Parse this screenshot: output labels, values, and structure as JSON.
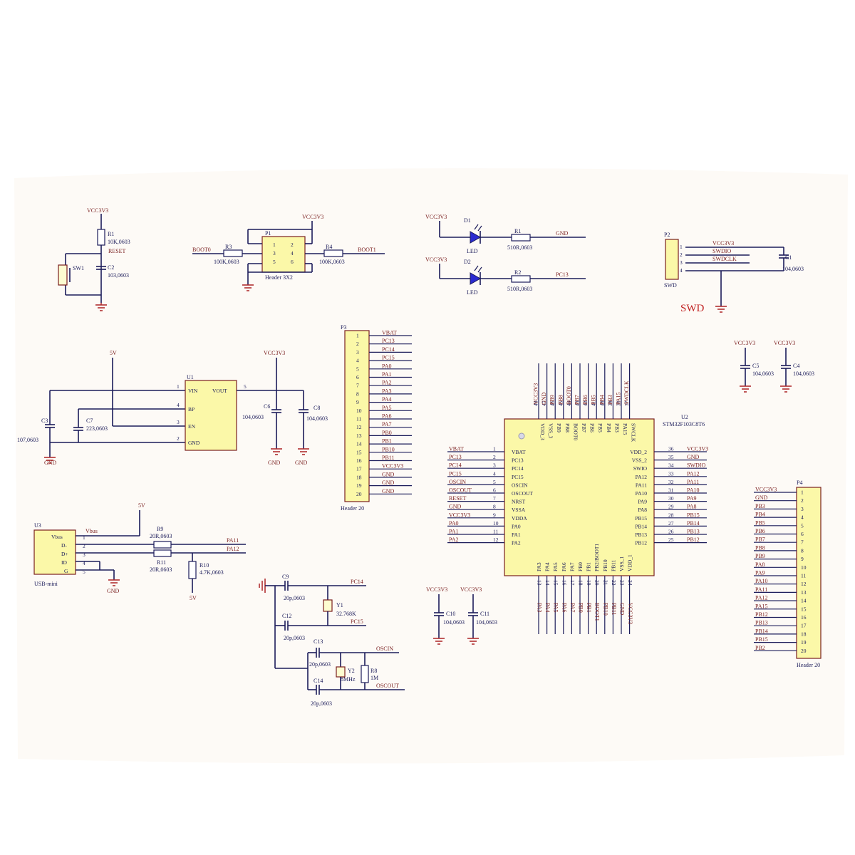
{
  "reset": {
    "power": "VCC3V3",
    "r_ref": "R1",
    "r_val": "10K,0603",
    "net": "RESET",
    "sw_ref": "SW1",
    "c_ref": "C2",
    "c_val": "103,0603"
  },
  "boot": {
    "conn_ref": "P1",
    "conn_name": "Header 3X2",
    "power": "VCC3V3",
    "left_net": "BOOT0",
    "right_net": "BOOT1",
    "r3_ref": "R3",
    "r3_val": "100K,0603",
    "r4_ref": "R4",
    "r4_val": "100K,0603",
    "pins": [
      "1",
      "3",
      "5",
      "2",
      "4",
      "6"
    ]
  },
  "leds": {
    "power1": "VCC3V3",
    "power2": "VCC3V3",
    "d1_ref": "D1",
    "d2_ref": "D2",
    "type1": "LED",
    "type2": "LED",
    "r1_ref": "R1",
    "r1_val": "510R,0603",
    "r2_ref": "R2",
    "r2_val": "510R,0603",
    "net1": "GND",
    "net2": "PC13"
  },
  "swd": {
    "ref": "P2",
    "nets": [
      "VCC3V3",
      "SWDIO",
      "SWDCLK",
      ""
    ],
    "pins": [
      "1",
      "2",
      "3",
      "4"
    ],
    "name": "SWD",
    "title": "SWD",
    "c_ref": "C1",
    "c_val": "104,0603"
  },
  "regulator": {
    "in_label": "5V",
    "out_label": "VCC3V3",
    "ref": "U1",
    "pins": [
      "VIN",
      "BP",
      "EN",
      "GND",
      "VOUT"
    ],
    "pin_nums": [
      "1",
      "4",
      "3",
      "2",
      "5"
    ],
    "c3_ref": "C3",
    "c3_val": "107,0603",
    "c7_ref": "C7",
    "c7_val": "223,0603",
    "c6_ref": "C6",
    "c6_val": "104,0603",
    "c8_ref": "C8",
    "c8_val": "104,0603",
    "gnd": [
      "GND",
      "GND",
      "GND"
    ]
  },
  "p3": {
    "ref": "P3",
    "name": "Header 20",
    "nums": [
      "1",
      "2",
      "3",
      "4",
      "5",
      "6",
      "7",
      "8",
      "9",
      "10",
      "11",
      "12",
      "13",
      "14",
      "15",
      "16",
      "17",
      "18",
      "19",
      "20"
    ],
    "nets": [
      "VBAT",
      "PC13",
      "PC14",
      "PC15",
      "PA0",
      "PA1",
      "PA2",
      "PA3",
      "PA4",
      "PA5",
      "PA6",
      "PA7",
      "PB0",
      "PB1",
      "PB10",
      "PB11",
      "VCC3V3",
      "GND",
      "GND",
      "GND"
    ]
  },
  "decoupling_top": {
    "power1": "VCC3V3",
    "power2": "VCC3V3",
    "c_a_ref": "C5",
    "c_a_val": "104,0603",
    "c_b_ref": "C4",
    "c_b_val": "104,0603"
  },
  "mcu": {
    "ref": "U2",
    "part": "STM32F103C8T6",
    "left_pins": [
      "VBAT",
      "PC13",
      "PC14",
      "PC15",
      "OSCIN",
      "OSCOUT",
      "NRST",
      "VSSA",
      "VDDA",
      "PA0",
      "PA1",
      "PA2"
    ],
    "left_nums": [
      "1",
      "2",
      "3",
      "4",
      "5",
      "6",
      "7",
      "8",
      "9",
      "10",
      "11",
      "12"
    ],
    "left_nets": [
      "VBAT",
      "PC13",
      "PC14",
      "PC15",
      "OSCIN",
      "OSCOUT",
      "RESET",
      "GND",
      "VCC3V3",
      "PA0",
      "PA1",
      "PA2"
    ],
    "right_pins": [
      "VDD_2",
      "VSS_2",
      "SWIO",
      "PA12",
      "PA11",
      "PA10",
      "PA9",
      "PA8",
      "PB15",
      "PB14",
      "PB13",
      "PB12"
    ],
    "right_nums": [
      "36",
      "35",
      "34",
      "33",
      "32",
      "31",
      "30",
      "29",
      "28",
      "27",
      "26",
      "25"
    ],
    "right_nets": [
      "VCC3V3",
      "GND",
      "SWDIO",
      "PA12",
      "PA11",
      "PA10",
      "PA9",
      "PA8",
      "PB15",
      "PB14",
      "PB13",
      "PB12"
    ],
    "top_pins": [
      "VDD_3",
      "VSS_3",
      "PB9",
      "PB8",
      "BOOT0",
      "PB7",
      "PB6",
      "PB5",
      "PB4",
      "PB3",
      "PA15",
      "SWCLK"
    ],
    "top_nums": [
      "48",
      "47",
      "46",
      "45",
      "44",
      "43",
      "42",
      "41",
      "40",
      "39",
      "38",
      "37"
    ],
    "top_nets": [
      "VCC3V3",
      "GND",
      "PB9",
      "PB8",
      "BOOT0",
      "PB7",
      "PB6",
      "PB5",
      "PB4",
      "PB3",
      "PA15",
      "SWDCLK"
    ],
    "bottom_pins": [
      "PA3",
      "PA4",
      "PA5",
      "PA6",
      "PA7",
      "PB0",
      "PB1",
      "PB2/BOOT1",
      "PB10",
      "PB11",
      "VSS_1",
      "VDD_1"
    ],
    "bottom_nums": [
      "13",
      "14",
      "15",
      "16",
      "17",
      "18",
      "19",
      "20",
      "21",
      "22",
      "23",
      "24"
    ],
    "bottom_nets": [
      "PA3",
      "PA4",
      "PA5",
      "PA6",
      "PA7",
      "PB0",
      "PB1",
      "BOOT1",
      "PB10",
      "PB11",
      "GND",
      "VCC3V3"
    ]
  },
  "usb": {
    "ref": "U3",
    "name": "USB-mini",
    "pins": [
      "Vbus",
      "D-",
      "D+",
      "ID",
      "G"
    ],
    "nums": [
      "1",
      "2",
      "3",
      "4",
      "5"
    ],
    "vbus_net": "Vbus",
    "power": "5V",
    "r9_ref": "R9",
    "r9_val": "20R,0603",
    "r11_ref": "R11",
    "r11_val": "20R,0603",
    "r10_ref": "R10",
    "r10_val": "4.7K,0603",
    "net_dm": "PA11",
    "net_dp": "PA12",
    "gnd": "GND",
    "r10_net": "5V"
  },
  "crystals": {
    "c9_ref": "C9",
    "c9_val": "20p,0603",
    "c12_ref": "C12",
    "c12_val": "20p,0603",
    "y1_ref": "Y1",
    "y1_val": "32.768K",
    "net_pc14": "PC14",
    "net_pc15": "PC15",
    "c13_ref": "C13",
    "c13_val": "20p,0603",
    "c14_ref": "C14",
    "c14_val": "20p,0603",
    "y2_ref": "Y2",
    "y2_val": "8MHz",
    "r8_ref": "R8",
    "r8_val": "1M",
    "net_oscin": "OSCIN",
    "net_oscout": "OSCOUT"
  },
  "decoupling_bottom": {
    "power1": "VCC3V3",
    "power2": "VCC3V3",
    "c10_ref": "C10",
    "c10_val": "104,0603",
    "c11_ref": "C11",
    "c11_val": "104,0603"
  },
  "p4": {
    "ref": "P4",
    "name": "Header 20",
    "nums": [
      "1",
      "2",
      "3",
      "4",
      "5",
      "6",
      "7",
      "8",
      "9",
      "10",
      "11",
      "12",
      "13",
      "14",
      "15",
      "16",
      "17",
      "18",
      "19",
      "20"
    ],
    "nets": [
      "VCC3V3",
      "GND",
      "PB3",
      "PB4",
      "PB5",
      "PB6",
      "PB7",
      "PB8",
      "PB9",
      "PA8",
      "PA9",
      "PA10",
      "PA11",
      "PA12",
      "PA15",
      "PB12",
      "PB13",
      "PB14",
      "PB15",
      "PB2"
    ]
  }
}
